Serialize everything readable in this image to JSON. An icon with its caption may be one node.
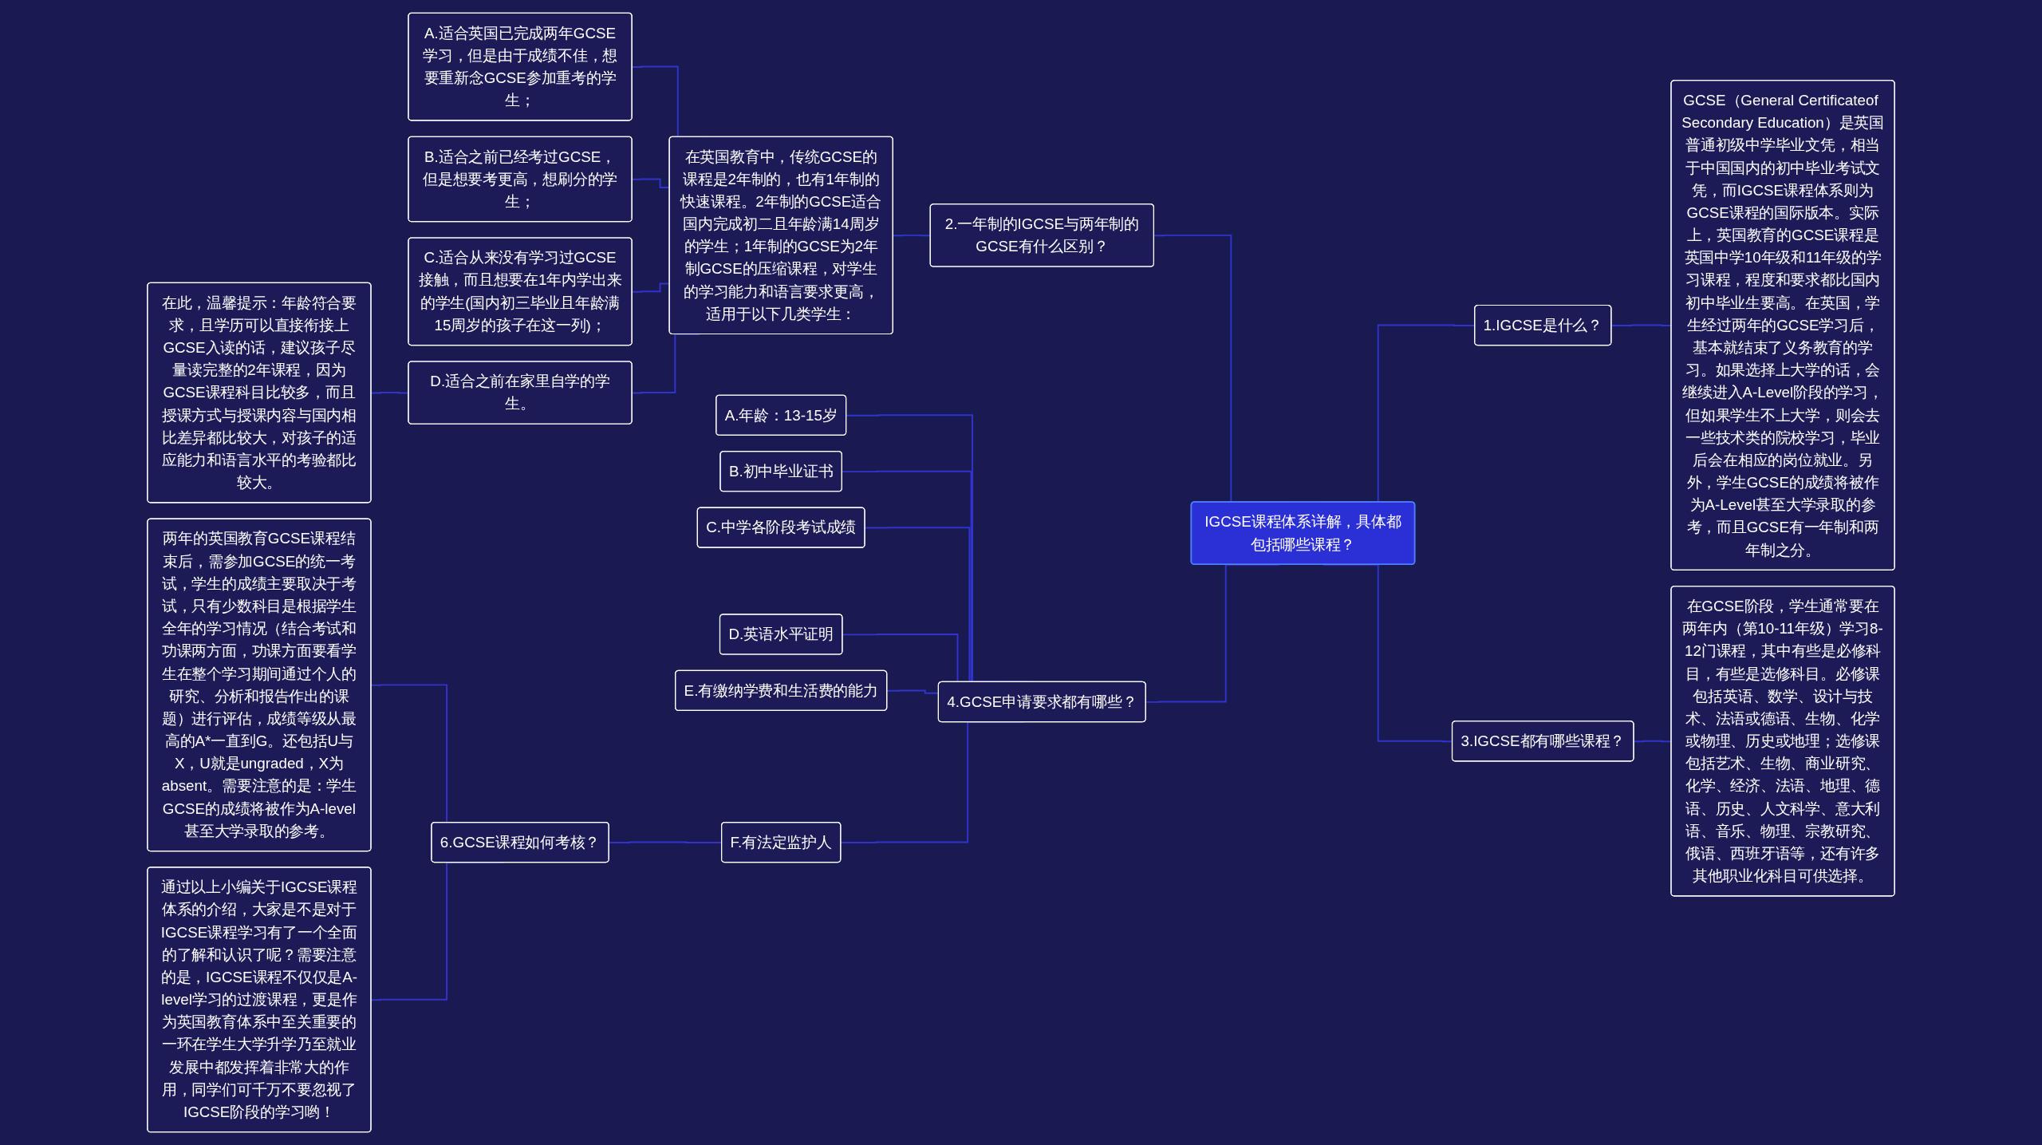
{
  "diagram": {
    "nodes": [
      {
        "text": [
          "IGCSE课程体系详解，具体都包括哪些课程？"
        ]
      },
      {
        "text": [
          "2.一年制的IGCSE与两年制的GCSE有什么区别？"
        ]
      },
      {
        "text": [
          "在英国教育中，传统GCSE的课程是2年制的，也有1年制的快速课程。2年制的GCSE适合国内完成初二且年龄满14周岁的学生；1年制的GCSE为2年制GCSE的压缩课程，对学生的学习能力和语言要求更高，适用于以下几类学生："
        ]
      },
      {
        "text": [
          "A.适合英国已完成两年GCSE学习，但是由于成绩不佳，想要重新念GCSE参加重考的学生；"
        ]
      },
      {
        "text": [
          "B.适合之前已经考过GCSE，但是想要考更高，想刷分的学生；"
        ]
      },
      {
        "text": [
          "C.适合从来没有学习过GCSE接触，而且想要在1年内学出来的学生(国内初三毕业且年龄满15周岁的孩子在这一列)；"
        ]
      },
      {
        "text": [
          "D.适合之前在家里自学的学生。"
        ]
      },
      {
        "text": [
          "在此，温馨提示：年龄符合要求，且学历可以直接衔接上GCSE入读的话，建议孩子尽量读完整的2年课程，因为GCSE课程科目比较多，而且授课方式与授课内容与国内相比差异都比较大，对孩子的适应能力和语言水平的考验都比较大。"
        ]
      },
      {
        "text": [
          "1.IGCSE是什么？"
        ]
      },
      {
        "text": [
          "GCSE（General Certificateof Secondary Education）是英国普通初级中学毕业文凭，相当于中国国内的初中毕业考试文凭，而IGCSE课程体系则为GCSE课程的国际版本。实际上，英国教育的GCSE课程是英国中学10年级和11年级的学习课程，程度和要求都比国内初中毕业生要高。在英国，学生经过两年的GCSE学习后，基本就结束了义务教育的学习。如果选择上大学的话，会继续进入A-Level阶段的学习，但如果学生不上大学，则会去一些技术类的院校学习，毕业后会在相应的岗位就业。另外，学生GCSE的成绩将被作为A-Level甚至大学录取的参考，而且GCSE有一年制和两年制之分。"
        ]
      },
      {
        "text": [
          "3.IGCSE都有哪些课程？"
        ]
      },
      {
        "text": [
          "在GCSE阶段，学生通常要在两年内（第10-11年级）学习8-12门课程，其中有些是必修科目，有些是选修科目。必修课包括英语、数学、设计与技术、法语或德语、生物、化学或物理、历史或地理；选修课包括艺术、生物、商业研究、化学、经济、法语、地理、德语、历史、人文科学、意大利语、音乐、物理、宗教研究、俄语、西班牙语等，还有许多其他职业化科目可供选择。"
        ]
      },
      {
        "text": [
          "4.GCSE申请要求都有哪些？"
        ]
      },
      {
        "text": [
          "A.年龄：13-15岁"
        ]
      },
      {
        "text": [
          "B.初中毕业证书"
        ]
      },
      {
        "text": [
          "C.中学各阶段考试成绩"
        ]
      },
      {
        "text": [
          "D.英语水平证明"
        ]
      },
      {
        "text": [
          "E.有缴纳学费和生活费的能力"
        ]
      },
      {
        "text": [
          "F.有法定监护人"
        ]
      },
      {
        "text": [
          "6.GCSE课程如何考核？"
        ]
      },
      {
        "text": [
          "两年的英国教育GCSE课程结束后，需参加GCSE的统一考试，学生的成绩主要取决于考试，只有少数科目是根据学生全年的学习情况（结合考试和功课两方面，功课方面要看学生在整个学习期间通过个人的研究、分析和报告作出的课题）进行评估，成绩等级从最高的A*一直到G。还包括U与X，U就是ungraded，X为absent。需要注意的是：学生GCSE的成绩将被作为A-level甚至大学录取的参考。"
        ]
      },
      {
        "text": [
          "通过以上小编关于IGCSE课程体系的介绍，大家是不是对于IGCSE课程学习有了一个全面的了解和认识了呢？需要注意的是，IGCSE课程不仅仅是A-level学习的过渡课程，更是作为英国教育体系中至关重要的一环在学生大学升学乃至就业发展中都发挥着非常大的作用，同学们可千万不要忽视了IGCSE阶段的学习哟！"
        ]
      }
    ],
    "edges": [
      {
        "from": 1,
        "to": 0,
        "arrow": "none"
      },
      {
        "from": 2,
        "to": 1,
        "arrow": "none"
      },
      {
        "from": 3,
        "to": 2,
        "arrow": "none"
      },
      {
        "from": 4,
        "to": 2,
        "arrow": "none"
      },
      {
        "from": 5,
        "to": 2,
        "arrow": "none"
      },
      {
        "from": 6,
        "to": 2,
        "arrow": "none"
      },
      {
        "from": 7,
        "to": 6,
        "arrow": "none"
      },
      {
        "from": 0,
        "to": 8,
        "arrow": "none"
      },
      {
        "from": 8,
        "to": 9,
        "arrow": "none"
      },
      {
        "from": 0,
        "to": 10,
        "arrow": "none"
      },
      {
        "from": 10,
        "to": 11,
        "arrow": "none"
      },
      {
        "from": 12,
        "to": 0,
        "arrow": "none"
      },
      {
        "from": 13,
        "to": 12,
        "arrow": "none"
      },
      {
        "from": 14,
        "to": 12,
        "arrow": "none"
      },
      {
        "from": 15,
        "to": 12,
        "arrow": "none"
      },
      {
        "from": 16,
        "to": 12,
        "arrow": "none"
      },
      {
        "from": 17,
        "to": 12,
        "arrow": "none"
      },
      {
        "from": 18,
        "to": 12,
        "arrow": "none"
      },
      {
        "from": 19,
        "to": 18,
        "arrow": "none"
      },
      {
        "from": 20,
        "to": 19,
        "arrow": "none"
      },
      {
        "from": 21,
        "to": 19,
        "arrow": "none"
      }
    ]
  }
}
